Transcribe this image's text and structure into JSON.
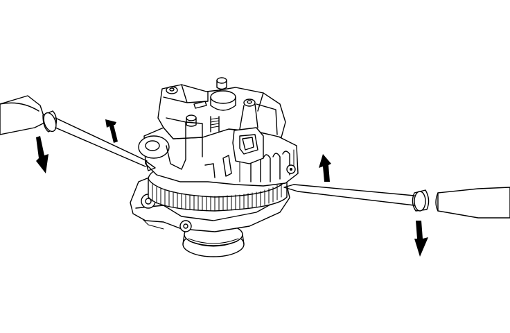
{
  "figure": {
    "subject": "alternator",
    "tools": [
      "screwdriver-left",
      "screwdriver-right"
    ],
    "arrows": [
      "arrow-up",
      "arrow-down"
    ],
    "colors": {
      "line": "#000000",
      "background": "#ffffff"
    }
  }
}
